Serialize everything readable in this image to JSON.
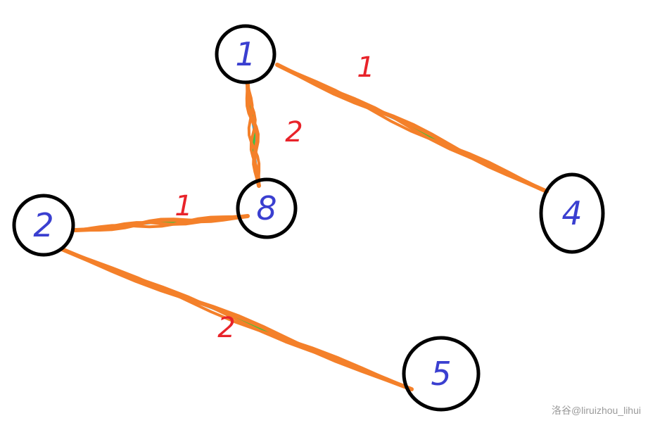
{
  "graph": {
    "nodes": [
      {
        "id": "1",
        "label": "1"
      },
      {
        "id": "2",
        "label": "2"
      },
      {
        "id": "3",
        "label": "8"
      },
      {
        "id": "4",
        "label": "4"
      },
      {
        "id": "5",
        "label": "5"
      }
    ],
    "edges": [
      {
        "from": "1",
        "to": "4",
        "weight": "1"
      },
      {
        "from": "1",
        "to": "3",
        "weight": "2"
      },
      {
        "from": "2",
        "to": "3",
        "weight": "1"
      },
      {
        "from": "2",
        "to": "5",
        "weight": "2"
      }
    ]
  },
  "colors": {
    "node_outline": "#000000",
    "node_label": "#3a3fd0",
    "edge_label": "#e8232a",
    "edge_orange": "#f4802a",
    "edge_green": "#3dc43a",
    "edge_blue": "#1ea7e8",
    "watermark": "#9a9a9a"
  },
  "watermark": "洛谷@liruizhou_lihui"
}
